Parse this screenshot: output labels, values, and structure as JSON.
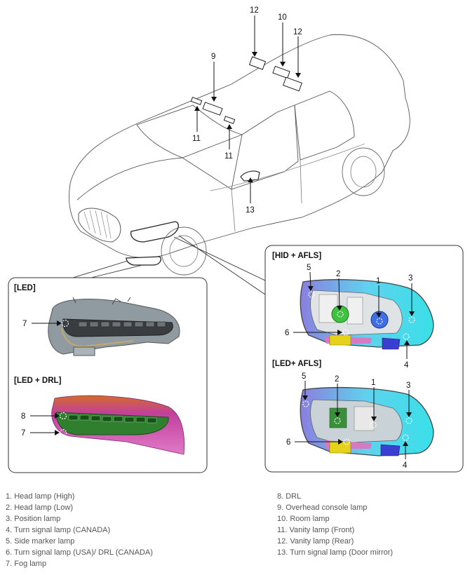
{
  "panels": {
    "led": "[LED]",
    "led_drl": "[LED + DRL]",
    "hid_afls": "[HID + AFLS]",
    "led_afls": "[LED+ AFLS]"
  },
  "callouts": {
    "overhead_12a": "12",
    "overhead_12b": "12",
    "overhead_10": "10",
    "overhead_9": "9",
    "vanity_11a": "11",
    "vanity_11b": "11",
    "mirror_13": "13",
    "led_7": "7",
    "drl_8": "8",
    "drl_7": "7",
    "hid_5": "5",
    "hid_2": "2",
    "hid_1": "1",
    "hid_3": "3",
    "hid_6": "6",
    "hid_4": "4",
    "ledafls_5": "5",
    "ledafls_2": "2",
    "ledafls_1": "1",
    "ledafls_3": "3",
    "ledafls_6": "6",
    "ledafls_4": "4"
  },
  "legend": {
    "left": [
      "1. Head lamp (High)",
      "2. Head lamp (Low)",
      "3. Position lamp",
      "4. Turn signal lamp (CANADA)",
      "5. Side marker lamp",
      "6. Turn signal lamp (USA)/ DRL (CANADA)",
      "7. Fog lamp"
    ],
    "right": [
      "8. DRL",
      "9. Overhead console lamp",
      "10. Room lamp",
      "11. Vanity lamp (Front)",
      "12. Vanity lamp (Rear)",
      "13. Turn signal lamp (Door mirror)"
    ]
  },
  "colors": {
    "line": "#333333",
    "drl_green": "#2e9a3a",
    "drl_magenta": "#c23aa0",
    "afls_cyan": "#3fd4e8",
    "afls_blue": "#2a4fd8",
    "afls_yellow": "#e6d21a",
    "afls_purple": "#b77ee0"
  }
}
